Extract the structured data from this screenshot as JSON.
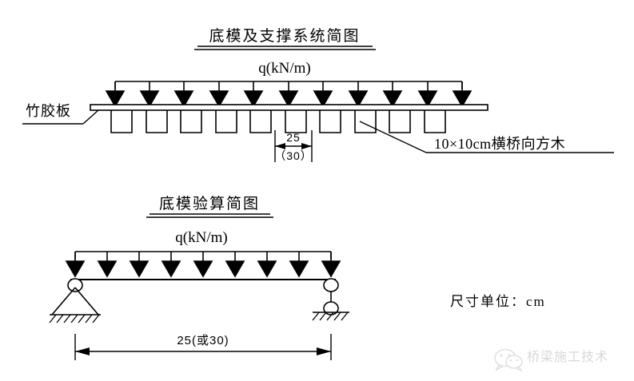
{
  "page": {
    "background": "#ffffff",
    "ink": "#000000",
    "units_note": "尺寸单位：cm"
  },
  "diagram_top": {
    "title": "底模及支撑系统简图",
    "load_label": "q(kN/m)",
    "left_label": "竹胶板",
    "right_label": "10×10cm横桥向方木",
    "arrow_count": 11,
    "support_count": 10,
    "dimension": {
      "value": "25",
      "alt_value": "（30）"
    }
  },
  "diagram_bottom": {
    "title": "底模验算简图",
    "load_label": "q(kN/m)",
    "arrow_count": 9,
    "supports": {
      "left_type": "pinned-support",
      "right_type": "roller-support"
    },
    "span_dimension": "25(或30)"
  },
  "watermark": {
    "text": "桥梁施工技术",
    "logo": "wechat-icon",
    "color": "#dcdcdc"
  }
}
